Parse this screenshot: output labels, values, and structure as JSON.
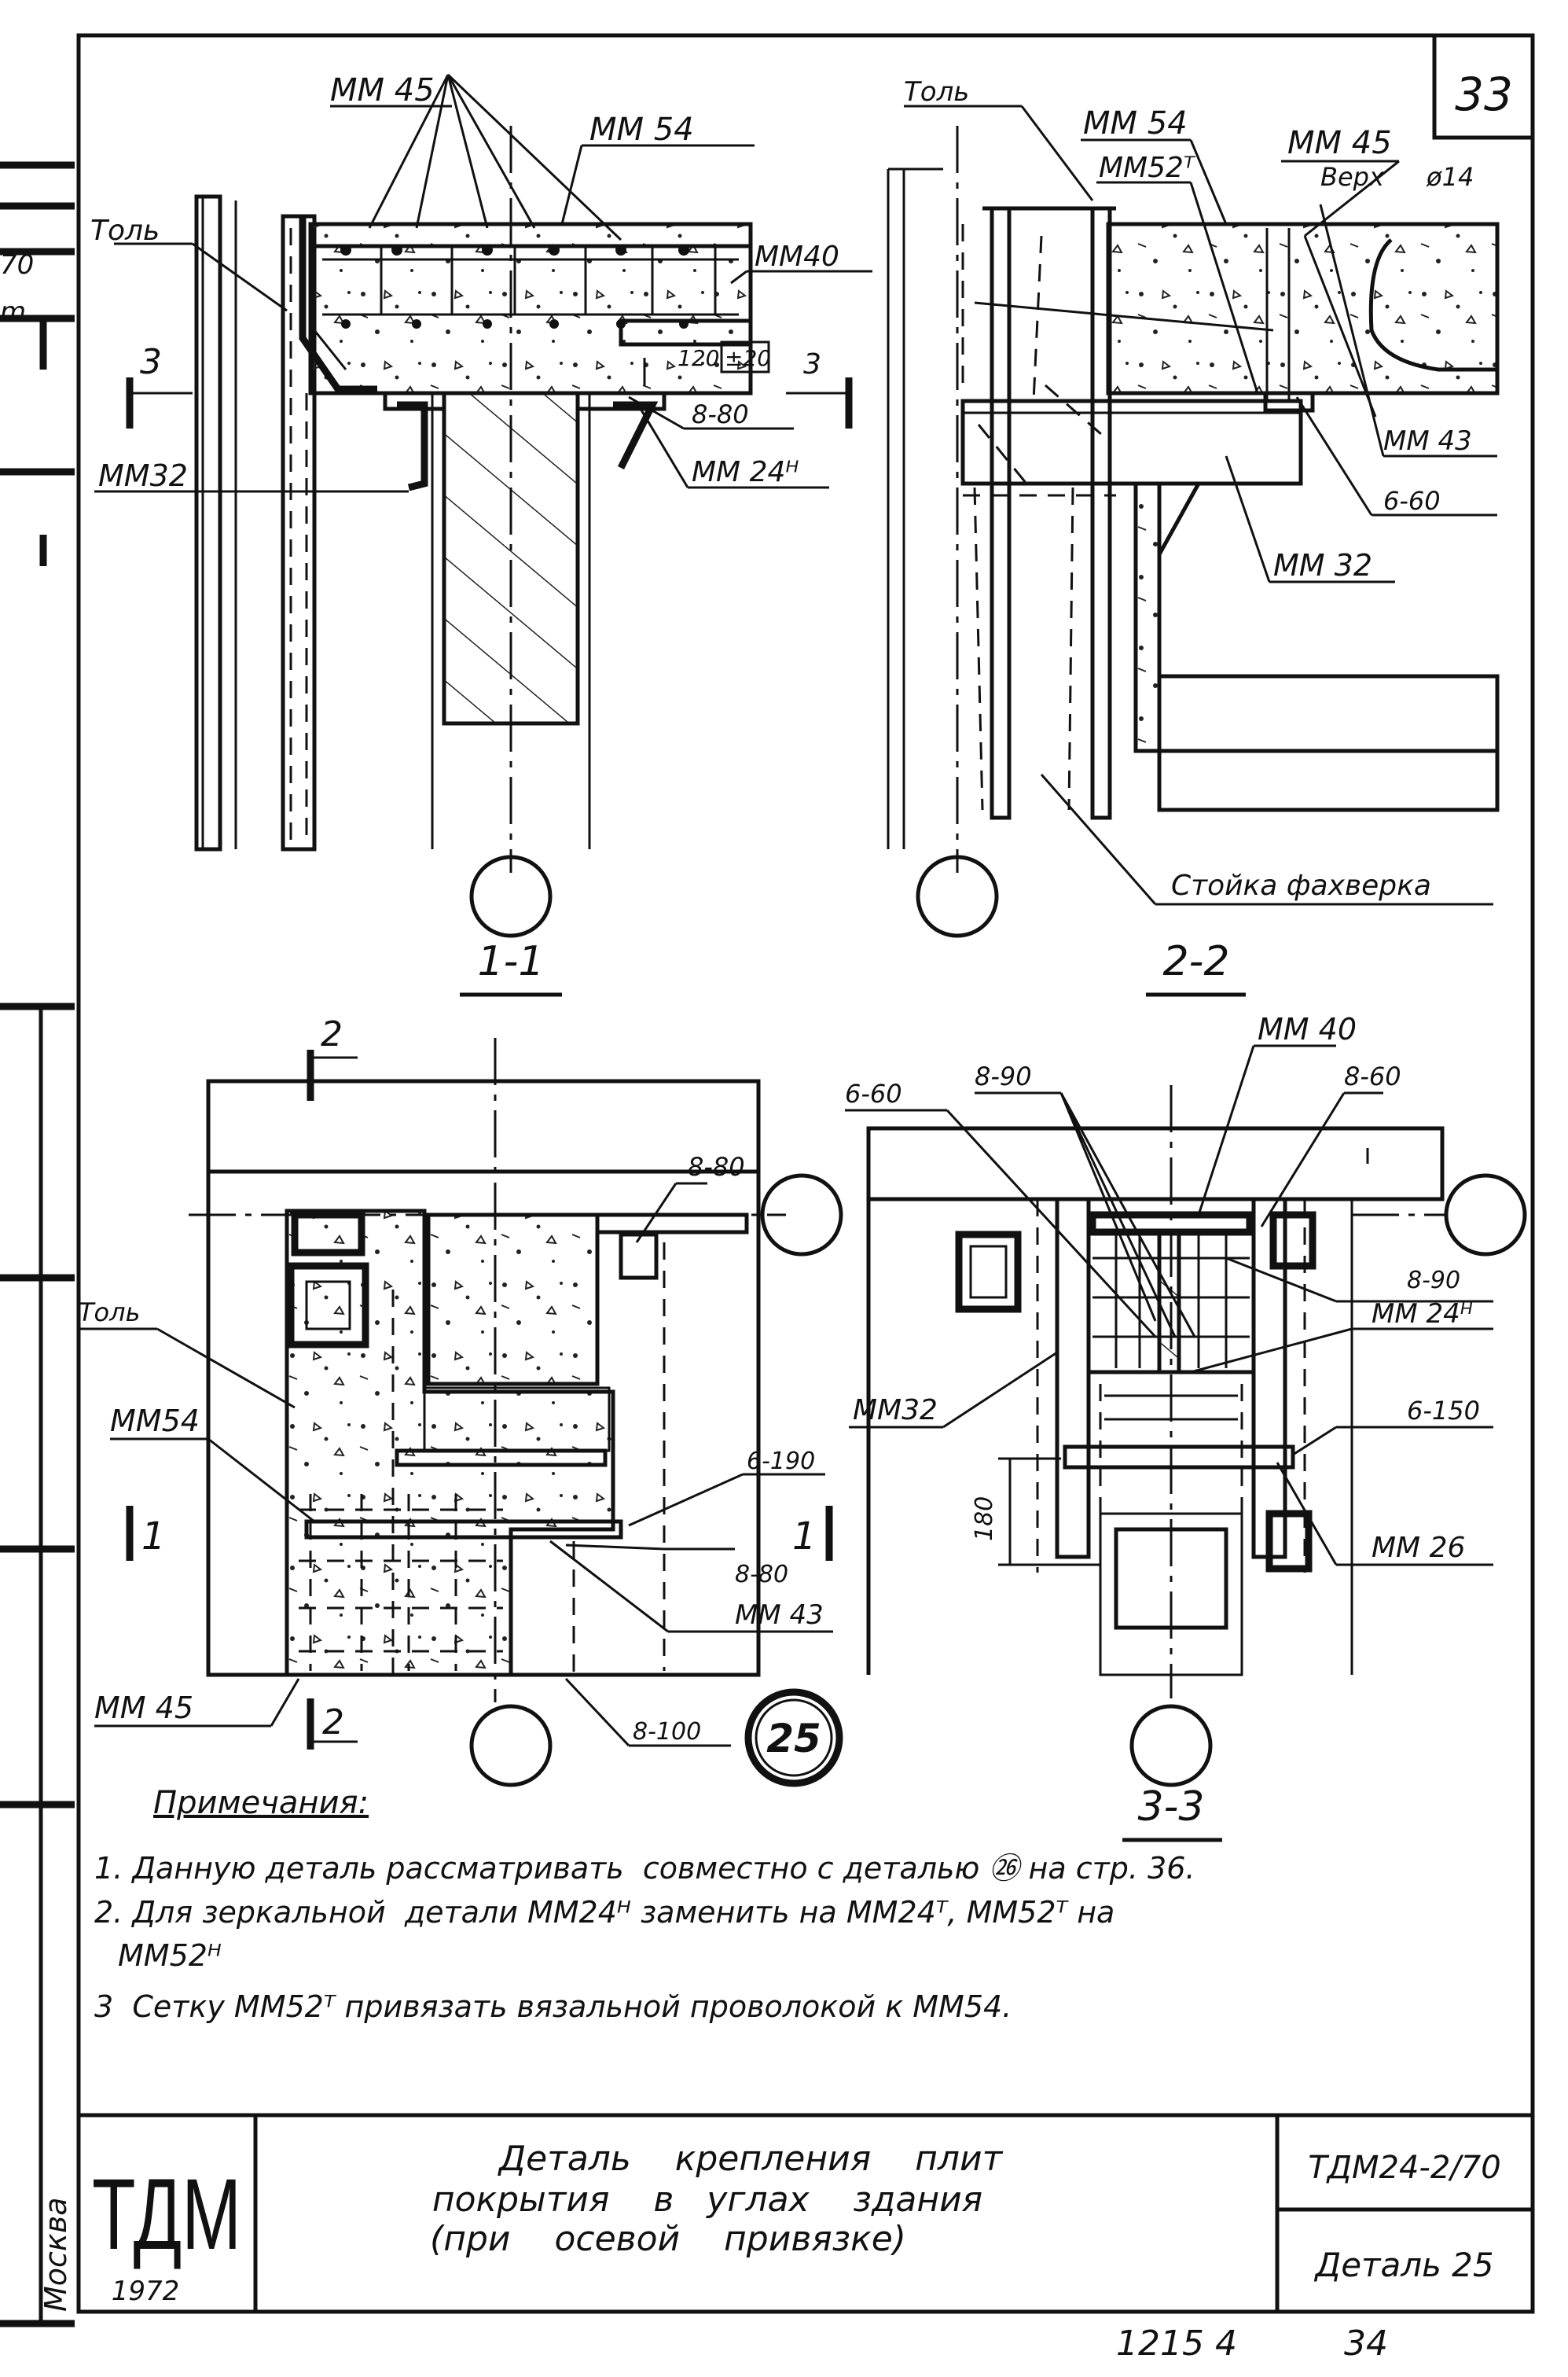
{
  "sheet": {
    "page_number": "33",
    "bottom_numbers": [
      "1215 4",
      "34"
    ],
    "vertical_city": "Москва",
    "margin_marks": [
      "70",
      "m"
    ]
  },
  "sections": {
    "s11": {
      "title": "1-1",
      "labels": {
        "mm45": "MM 45",
        "mm54": "MM 54",
        "tol": "Толь",
        "mm40": "MM40",
        "dim120": "120",
        "dim20": "±20",
        "sec3a": "3",
        "sec3b": "3",
        "mm32": "MM32",
        "d880": "8-80",
        "mm24": "MM 24ᴴ"
      }
    },
    "s22": {
      "title": "2-2",
      "labels": {
        "tol": "Толь",
        "mm54": "MM 54",
        "mm52": "MM52ᵀ",
        "mm45": "MM 45",
        "verh": "Верх",
        "d14": "ø14",
        "mm43": "MM 43",
        "d660": "6-60",
        "mm32": "MM 32",
        "stoika": "Стойка фахверка"
      }
    },
    "plan": {
      "sec2a": "2",
      "sec2b": "2",
      "labels": {
        "d880a": "8-80",
        "tol": "Толь",
        "mm54": "MM54",
        "sec1a": "1",
        "sec1b": "1",
        "d6190": "6-190",
        "d880b": "8-80",
        "mm43": "MM 43",
        "mm45": "MM 45",
        "d8100": "8-100",
        "detail": "25"
      }
    },
    "s33": {
      "title": "3-3",
      "labels": {
        "mm40": "MM 40",
        "d660a": "6-60",
        "d890a": "8-90",
        "d860": "8-60",
        "d890b": "8-90",
        "mm24": "MM 24ᴴ",
        "mm32": "MM32",
        "d6150": "6-150",
        "dim180": "180",
        "mm26": "MM 26"
      }
    }
  },
  "notes": {
    "heading": "Примечания:",
    "items": [
      "1. Данную деталь рассматривать  совместно с деталью ㉖ на стр. 36.",
      "2. Для зеркальной  детали MM24ᴴ заменить на MM24ᵀ, MM52ᵀ на",
      "MM52ᴴ",
      "3  Сетку MM52ᵀ привязать вязальной проволокой к MM54."
    ]
  },
  "titleblock": {
    "logo": "ТДМ",
    "year": "1972",
    "title_lines": [
      "Деталь    крепления    плит",
      "покрытия    в   углах    здания",
      "(при    осевой    привязке)"
    ],
    "code": "ТДМ24-2/70",
    "detail": "Деталь 25"
  }
}
